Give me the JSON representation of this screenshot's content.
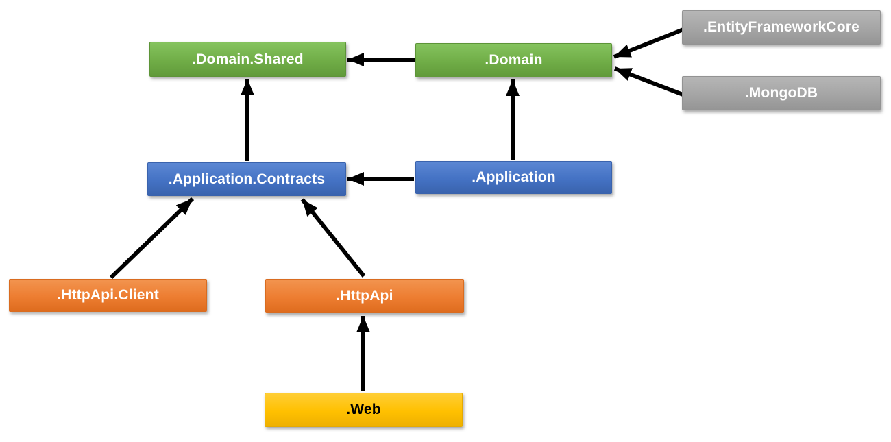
{
  "diagram": {
    "background_color": "#FFFFFF",
    "arrow_color": "#000000",
    "nodes": [
      {
        "id": "domain-shared",
        "label": ".Domain.Shared",
        "fill": "#70AD47",
        "text_color": "#FFFFFF"
      },
      {
        "id": "domain",
        "label": ".Domain",
        "fill": "#70AD47",
        "text_color": "#FFFFFF"
      },
      {
        "id": "entity-framework-core",
        "label": ".EntityFrameworkCore",
        "fill": "#A5A5A5",
        "text_color": "#FFFFFF"
      },
      {
        "id": "mongodb",
        "label": ".MongoDB",
        "fill": "#A5A5A5",
        "text_color": "#FFFFFF"
      },
      {
        "id": "application-contracts",
        "label": ".Application.Contracts",
        "fill": "#4472C4",
        "text_color": "#FFFFFF"
      },
      {
        "id": "application",
        "label": ".Application",
        "fill": "#4472C4",
        "text_color": "#FFFFFF"
      },
      {
        "id": "httpapi-client",
        "label": ".HttpApi.Client",
        "fill": "#ED7D31",
        "text_color": "#FFFFFF"
      },
      {
        "id": "httpapi",
        "label": ".HttpApi",
        "fill": "#ED7D31",
        "text_color": "#FFFFFF"
      },
      {
        "id": "web",
        "label": ".Web",
        "fill": "#FFC000",
        "text_color": "#000000"
      }
    ],
    "edges": [
      {
        "from": ".Domain",
        "to": ".Domain.Shared"
      },
      {
        "from": ".EntityFrameworkCore",
        "to": ".Domain"
      },
      {
        "from": ".MongoDB",
        "to": ".Domain"
      },
      {
        "from": ".Application.Contracts",
        "to": ".Domain.Shared"
      },
      {
        "from": ".Application",
        "to": ".Domain"
      },
      {
        "from": ".Application",
        "to": ".Application.Contracts"
      },
      {
        "from": ".HttpApi.Client",
        "to": ".Application.Contracts"
      },
      {
        "from": ".HttpApi",
        "to": ".Application.Contracts"
      },
      {
        "from": ".Web",
        "to": ".HttpApi"
      }
    ]
  }
}
